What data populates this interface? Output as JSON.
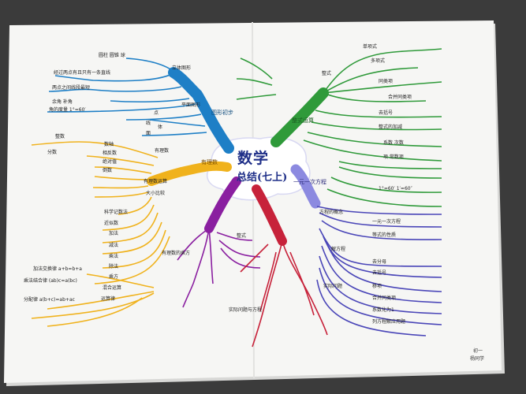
{
  "center": {
    "title": "数学",
    "subtitle": "总结(七上)"
  },
  "branch_titles": {
    "geometry": "图形初步",
    "numbers": "有理数",
    "algebra": "整式运算",
    "equation": "一元一次方程"
  },
  "signature": {
    "line1": "初一",
    "line2": "杨同学"
  },
  "colors": {
    "paper": "#f7f7f5",
    "blue": "#1e7fc6",
    "green": "#2f9a3a",
    "yellow": "#f0b21c",
    "purple": "#8a1fa0",
    "red": "#c7223a",
    "indigo": "#4a46b8",
    "lilac": "#8c8ae0"
  },
  "labels": {
    "tl1": "圆柱 圆锥 球",
    "tl2": "经过两点有且只有一条直线",
    "tl3": "两点之间线段最短",
    "tl4": "余角 补角",
    "tl5": "角的度量 1°=60′",
    "tl6": "立体图形",
    "tl7": "平面图形",
    "tl8": "点",
    "tl9": "线",
    "tl10": "面",
    "tl11": "体",
    "ml1": "整数",
    "ml2": "分数",
    "ml3": "有理数",
    "ml4": "数轴",
    "ml5": "相反数",
    "ml6": "绝对值",
    "ml7": "倒数",
    "ml8": "大小比较",
    "ml9": "有理数运算",
    "ml10": "加法",
    "ml11": "减法",
    "ml12": "乘法",
    "ml13": "除法",
    "ml14": "乘方",
    "ml15": "混合运算",
    "ml16": "运算律",
    "ml17": "科学记数法",
    "ml18": "近似数",
    "bl1": "加法交换律 a+b=b+a",
    "bl2": "乘法结合律 (ab)c=a(bc)",
    "bl3": "分配律 a(b+c)=ab+ac",
    "tr1": "单项式",
    "tr2": "多项式",
    "tr3": "整式",
    "tr4": "同类项",
    "tr5": "合并同类项",
    "tr6": "去括号",
    "tr7": "整式的加减",
    "tr8": "系数 次数",
    "tr9": "项 常数项",
    "tr10": "1°=60′ 1′=60″",
    "br1": "方程的概念",
    "br2": "一元一次方程",
    "br3": "等式的性质",
    "br4": "解方程",
    "br5": "去分母",
    "br6": "去括号",
    "br7": "移项",
    "br8": "合并同类项",
    "br9": "系数化为1",
    "br10": "实际问题",
    "br11": "列方程解应用题",
    "bm1": "有理数的乘方",
    "bm2": "整式",
    "bm3": "实际问题与方程"
  }
}
